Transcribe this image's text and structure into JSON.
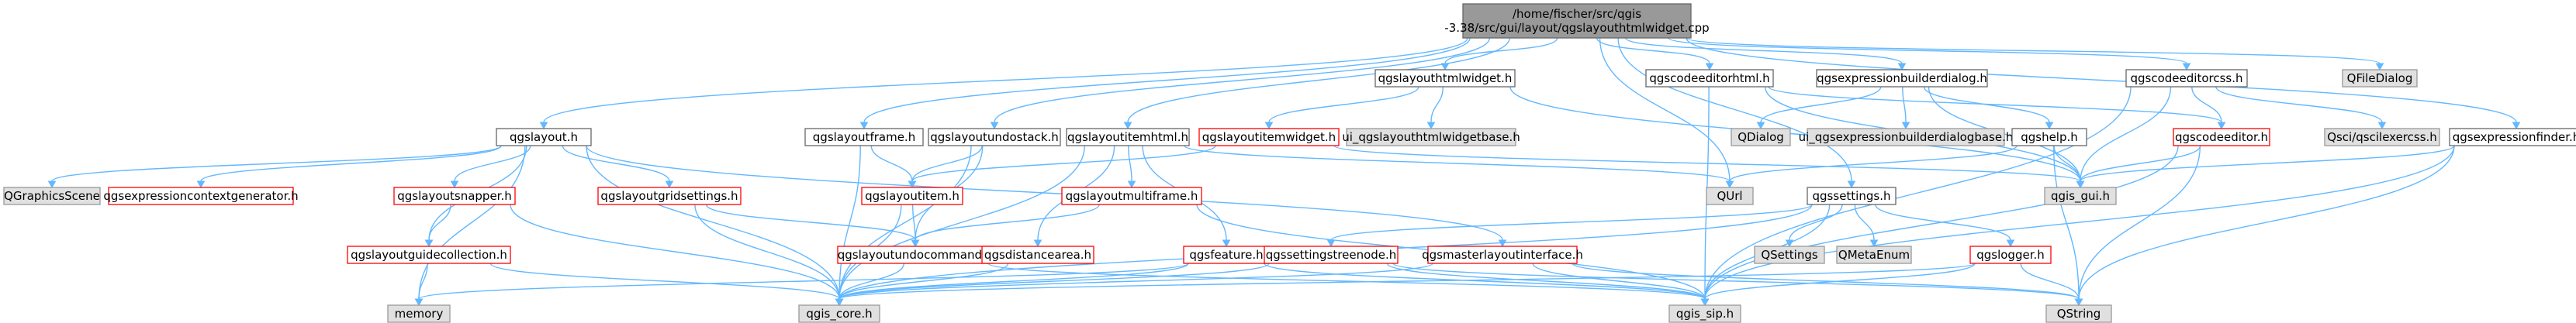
{
  "colors": {
    "edge": "#63b8ff",
    "root_fill": "#999999",
    "root_stroke": "#666666",
    "node_fill": "#ffffff",
    "node_stroke": "#666666",
    "ext_fill": "#e0e0e0",
    "ext_stroke": "#999999",
    "incomplete_stroke": "#ff0000"
  },
  "nodes": [
    {
      "id": "root",
      "lines": [
        "/home/fischer/src/qgis",
        "-3.38/src/gui/layout/qgslayouthtmlwidget.cpp"
      ],
      "kind": "root"
    },
    {
      "id": "qgslayout_h",
      "lines": [
        "qgslayout.h"
      ],
      "kind": "normal"
    },
    {
      "id": "qgslayoutframe_h",
      "lines": [
        "qgslayoutframe.h"
      ],
      "kind": "normal"
    },
    {
      "id": "qgslayoutundostack_h",
      "lines": [
        "qgslayoutundostack.h"
      ],
      "kind": "normal"
    },
    {
      "id": "qgslayoutitemhtml_h",
      "lines": [
        "qgslayoutitemhtml.h"
      ],
      "kind": "normal"
    },
    {
      "id": "qgslayouthtmlwidget_h",
      "lines": [
        "qgslayouthtmlwidget.h"
      ],
      "kind": "normal"
    },
    {
      "id": "qgscodeeditorhtml_h",
      "lines": [
        "qgscodeeditorhtml.h"
      ],
      "kind": "normal"
    },
    {
      "id": "qgsexpressionbuilderdialog_h",
      "lines": [
        "qgsexpressionbuilderdialog.h"
      ],
      "kind": "normal"
    },
    {
      "id": "qgscodeeditorcss_h",
      "lines": [
        "qgscodeeditorcss.h"
      ],
      "kind": "normal"
    },
    {
      "id": "qfiledialog",
      "lines": [
        "QFileDialog"
      ],
      "kind": "external"
    },
    {
      "id": "qgsexpressionfinder_h",
      "lines": [
        "qgsexpressionfinder.h"
      ],
      "kind": "normal"
    },
    {
      "id": "qgslayoutitemwidget_h",
      "lines": [
        "qgslayoutitemwidget.h"
      ],
      "kind": "incomplete"
    },
    {
      "id": "ui_qgslayouthtmlwidgetbase_h",
      "lines": [
        "ui_qgslayouthtmlwidgetbase.h"
      ],
      "kind": "external"
    },
    {
      "id": "qdialog",
      "lines": [
        "QDialog"
      ],
      "kind": "external"
    },
    {
      "id": "ui_qgsexpressionbuilderdialogbase_h",
      "lines": [
        "ui_qgsexpressionbuilderdialogbase.h"
      ],
      "kind": "external"
    },
    {
      "id": "qgshelp_h",
      "lines": [
        "qgshelp.h"
      ],
      "kind": "normal"
    },
    {
      "id": "qgscodeeditor_h",
      "lines": [
        "qgscodeeditor.h"
      ],
      "kind": "incomplete"
    },
    {
      "id": "qsci_qsciclexercss_h",
      "lines": [
        "Qsci/qscilexercss.h"
      ],
      "kind": "external"
    },
    {
      "id": "qgraphicsscene",
      "lines": [
        "QGraphicsScene"
      ],
      "kind": "external"
    },
    {
      "id": "qgsexpressioncontextgenerator_h",
      "lines": [
        "qgsexpressioncontextgenerator.h"
      ],
      "kind": "incomplete"
    },
    {
      "id": "qgslayoutsnapper_h",
      "lines": [
        "qgslayoutsnapper.h"
      ],
      "kind": "incomplete"
    },
    {
      "id": "qgslayoutgridsettings_h",
      "lines": [
        "qgslayoutgridsettings.h"
      ],
      "kind": "incomplete"
    },
    {
      "id": "qgslayoutitem_h",
      "lines": [
        "qgslayoutitem.h"
      ],
      "kind": "incomplete"
    },
    {
      "id": "qgslayoutmultiframe_h",
      "lines": [
        "qgslayoutmultiframe.h"
      ],
      "kind": "incomplete"
    },
    {
      "id": "qurl",
      "lines": [
        "QUrl"
      ],
      "kind": "external"
    },
    {
      "id": "qgssettings_h",
      "lines": [
        "qgssettings.h"
      ],
      "kind": "normal"
    },
    {
      "id": "qgis_gui_h",
      "lines": [
        "qgis_gui.h"
      ],
      "kind": "external"
    },
    {
      "id": "qgslayoutguidecollection_h",
      "lines": [
        "qgslayoutguidecollection.h"
      ],
      "kind": "incomplete"
    },
    {
      "id": "qgslayoutundocommand_h",
      "lines": [
        "qgslayoutundocommand.h"
      ],
      "kind": "incomplete"
    },
    {
      "id": "qgsdistancearea_h",
      "lines": [
        "qgsdistancearea.h"
      ],
      "kind": "incomplete"
    },
    {
      "id": "qgsfeature_h",
      "lines": [
        "qgsfeature.h"
      ],
      "kind": "incomplete"
    },
    {
      "id": "qgssettingstreenode_h",
      "lines": [
        "qgssettingstreenode.h"
      ],
      "kind": "incomplete"
    },
    {
      "id": "qgsmasterlayoutinterface_h",
      "lines": [
        "qgsmasterlayoutinterface.h"
      ],
      "kind": "incomplete"
    },
    {
      "id": "qsettings",
      "lines": [
        "QSettings"
      ],
      "kind": "external"
    },
    {
      "id": "qmetaenum",
      "lines": [
        "QMetaEnum"
      ],
      "kind": "external"
    },
    {
      "id": "qgslogger_h",
      "lines": [
        "qgslogger.h"
      ],
      "kind": "incomplete"
    },
    {
      "id": "memory",
      "lines": [
        "memory"
      ],
      "kind": "external"
    },
    {
      "id": "qgis_core_h",
      "lines": [
        "qgis_core.h"
      ],
      "kind": "external"
    },
    {
      "id": "qgis_sip_h",
      "lines": [
        "qgis_sip.h"
      ],
      "kind": "external"
    },
    {
      "id": "qstring",
      "lines": [
        "QString"
      ],
      "kind": "external"
    }
  ],
  "edges": [
    [
      "root",
      "qgslayout_h"
    ],
    [
      "root",
      "qgslayoutframe_h"
    ],
    [
      "root",
      "qgslayoutundostack_h"
    ],
    [
      "root",
      "qgslayoutitemhtml_h"
    ],
    [
      "root",
      "qgslayouthtmlwidget_h"
    ],
    [
      "root",
      "qgscodeeditorhtml_h"
    ],
    [
      "root",
      "qgsexpressionbuilderdialog_h"
    ],
    [
      "root",
      "qgscodeeditorcss_h"
    ],
    [
      "root",
      "qfiledialog"
    ],
    [
      "root",
      "qgsexpressionfinder_h"
    ],
    [
      "root",
      "qgssettings_h"
    ],
    [
      "root",
      "qurl"
    ],
    [
      "qgslayout_h",
      "qgraphicsscene"
    ],
    [
      "qgslayout_h",
      "qgsexpressioncontextgenerator_h"
    ],
    [
      "qgslayout_h",
      "qgslayoutsnapper_h"
    ],
    [
      "qgslayout_h",
      "qgslayoutgridsettings_h"
    ],
    [
      "qgslayout_h",
      "qgslayoutguidecollection_h"
    ],
    [
      "qgslayout_h",
      "qgis_core_h"
    ],
    [
      "qgslayout_h",
      "memory"
    ],
    [
      "qgslayout_h",
      "qgsmasterlayoutinterface_h"
    ],
    [
      "qgslayoutsnapper_h",
      "qgslayoutguidecollection_h"
    ],
    [
      "qgslayoutsnapper_h",
      "qgis_core_h"
    ],
    [
      "qgslayoutgridsettings_h",
      "qgslayoutundocommand_h"
    ],
    [
      "qgslayoutgridsettings_h",
      "qgis_core_h"
    ],
    [
      "qgslayoutguidecollection_h",
      "memory"
    ],
    [
      "qgslayoutguidecollection_h",
      "qgis_core_h"
    ],
    [
      "qgslayoutframe_h",
      "qgslayoutitem_h"
    ],
    [
      "qgslayoutframe_h",
      "qgis_core_h"
    ],
    [
      "qgslayoutundostack_h",
      "qgslayoutitem_h"
    ],
    [
      "qgslayoutundostack_h",
      "qgslayoutundocommand_h"
    ],
    [
      "qgslayoutundostack_h",
      "qgis_core_h"
    ],
    [
      "qgslayoutitemhtml_h",
      "qgslayoutmultiframe_h"
    ],
    [
      "qgslayoutitemhtml_h",
      "qgsdistancearea_h"
    ],
    [
      "qgslayoutitemhtml_h",
      "qgsfeature_h"
    ],
    [
      "qgslayoutitemhtml_h",
      "qurl"
    ],
    [
      "qgslayoutitemhtml_h",
      "qgis_core_h"
    ],
    [
      "qgslayoutitem_h",
      "qgslayoutundocommand_h"
    ],
    [
      "qgslayoutitem_h",
      "qgis_core_h"
    ],
    [
      "qgslayoutmultiframe_h",
      "qgslayoutundocommand_h"
    ],
    [
      "qgslayoutmultiframe_h",
      "qgis_sip_h"
    ],
    [
      "qgslayoutundocommand_h",
      "qgis_sip_h"
    ],
    [
      "qgslayoutundocommand_h",
      "qgis_core_h"
    ],
    [
      "qgsdistancearea_h",
      "qgis_core_h"
    ],
    [
      "qgsfeature_h",
      "qgis_core_h"
    ],
    [
      "qgsfeature_h",
      "qgis_sip_h"
    ],
    [
      "qgsfeature_h",
      "memory"
    ],
    [
      "qgslayouthtmlwidget_h",
      "qgslayoutitemwidget_h"
    ],
    [
      "qgslayouthtmlwidget_h",
      "ui_qgslayouthtmlwidgetbase_h"
    ],
    [
      "qgslayouthtmlwidget_h",
      "qgis_gui_h"
    ],
    [
      "qgslayoutitemwidget_h",
      "qgslayoutitem_h"
    ],
    [
      "qgslayoutitemwidget_h",
      "qgis_gui_h"
    ],
    [
      "qgscodeeditorhtml_h",
      "qgscodeeditor_h"
    ],
    [
      "qgscodeeditorhtml_h",
      "qgis_gui_h"
    ],
    [
      "qgscodeeditorhtml_h",
      "qgis_sip_h"
    ],
    [
      "qgsexpressionbuilderdialog_h",
      "qdialog"
    ],
    [
      "qgsexpressionbuilderdialog_h",
      "ui_qgsexpressionbuilderdialogbase_h"
    ],
    [
      "qgsexpressionbuilderdialog_h",
      "qgshelp_h"
    ],
    [
      "qgsexpressionbuilderdialog_h",
      "qgis_gui_h"
    ],
    [
      "qgshelp_h",
      "qgis_gui_h"
    ],
    [
      "qgshelp_h",
      "qstring"
    ],
    [
      "qgshelp_h",
      "qurl"
    ],
    [
      "qgscodeeditorcss_h",
      "qgscodeeditor_h"
    ],
    [
      "qgscodeeditorcss_h",
      "qsci_qsciclexercss_h"
    ],
    [
      "qgscodeeditorcss_h",
      "qgis_gui_h"
    ],
    [
      "qgscodeeditorcss_h",
      "qgis_sip_h"
    ],
    [
      "qgscodeeditor_h",
      "qgis_gui_h"
    ],
    [
      "qgscodeeditor_h",
      "qgis_sip_h"
    ],
    [
      "qgscodeeditor_h",
      "qstring"
    ],
    [
      "qgsexpressionfinder_h",
      "qgis_gui_h"
    ],
    [
      "qgsexpressionfinder_h",
      "qgis_sip_h"
    ],
    [
      "qgsexpressionfinder_h",
      "qstring"
    ],
    [
      "qgssettings_h",
      "qsettings"
    ],
    [
      "qgssettings_h",
      "qmetaenum"
    ],
    [
      "qgssettings_h",
      "qgis_core_h"
    ],
    [
      "qgssettings_h",
      "qgis_sip_h"
    ],
    [
      "qgssettings_h",
      "qgssettingstreenode_h"
    ],
    [
      "qgssettings_h",
      "qgslogger_h"
    ],
    [
      "qgssettingstreenode_h",
      "qgis_core_h"
    ],
    [
      "qgssettingstreenode_h",
      "qgis_sip_h"
    ],
    [
      "qgssettingstreenode_h",
      "qstring"
    ],
    [
      "qgsmasterlayoutinterface_h",
      "qgis_core_h"
    ],
    [
      "qgsmasterlayoutinterface_h",
      "qgis_sip_h"
    ],
    [
      "qgsmasterlayoutinterface_h",
      "qstring"
    ],
    [
      "qgslogger_h",
      "qgis_core_h"
    ],
    [
      "qgslogger_h",
      "qgis_sip_h"
    ],
    [
      "qgslogger_h",
      "qstring"
    ]
  ]
}
